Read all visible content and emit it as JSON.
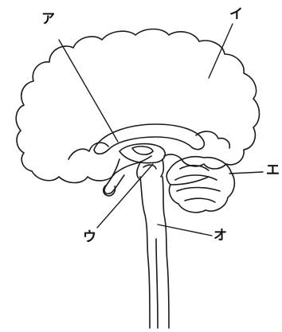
{
  "diagram": {
    "labels": {
      "a": "ア",
      "i": "イ",
      "u": "ウ",
      "e": "エ",
      "o": "オ"
    },
    "colors": {
      "ink": "#1a1a1a",
      "background": "#ffffff"
    }
  }
}
